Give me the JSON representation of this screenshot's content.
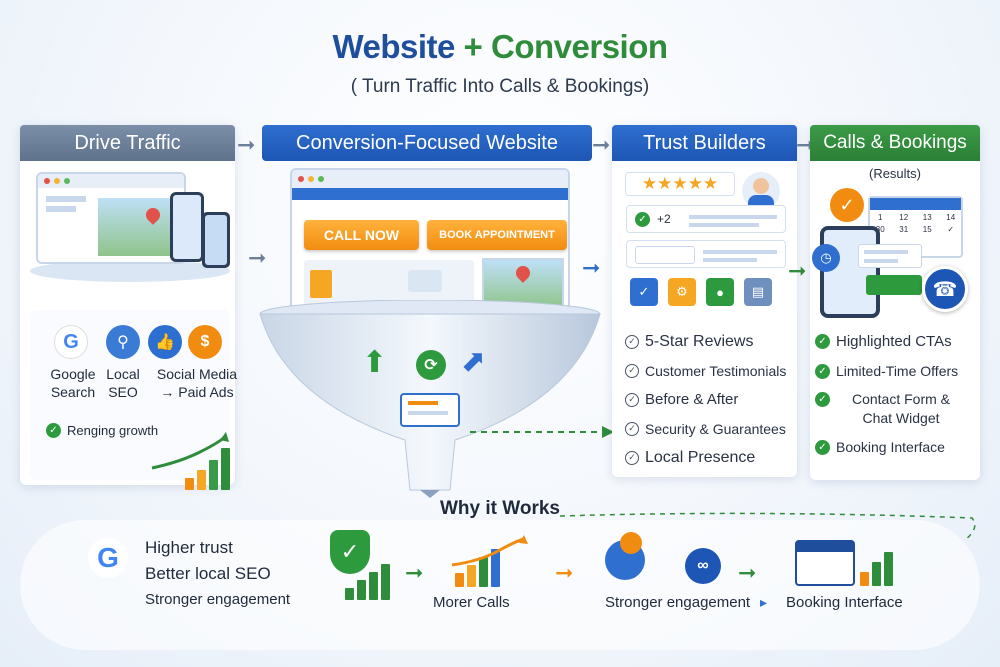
{
  "title": {
    "part1": "Website",
    "plus": "+",
    "part2": "Conversion"
  },
  "subtitle": "( Turn Traffic Into Calls & Bookings)",
  "columns": {
    "drive_traffic": {
      "header": "Drive Traffic",
      "sources": [
        {
          "line1": "Google",
          "line2": "Search",
          "icon": "google-icon"
        },
        {
          "line1": "Local",
          "line2": "SEO",
          "icon": "magnifier-icon"
        },
        {
          "line1": "Social Media",
          "line2": "→ Paid Ads",
          "icon": "social-like-icon"
        }
      ],
      "growth_label": "Renging growth"
    },
    "website": {
      "header": "Conversion-Focused Website",
      "cta1": "CALL NOW",
      "cta2": "BOOK APPOINTMENT"
    },
    "trust": {
      "header": "Trust Builders",
      "review_badge": "+2",
      "items": [
        "5-Star Reviews",
        "Customer Testimonials",
        "Before & After",
        "Security & Guarantees",
        "Local Presence"
      ]
    },
    "calls": {
      "header": "Calls & Bookings",
      "results_label": "(Results)",
      "items": [
        "Highlighted CTAs",
        "Limited-Time Offers",
        "Contact Form & Chat Widget",
        "Booking Interface"
      ]
    }
  },
  "why": {
    "heading": "Why it Works",
    "benefits": [
      "Higher trust",
      "Better local SEO",
      "Stronger engagement"
    ],
    "steps": [
      "Morer Calls",
      "Stronger engagement",
      "Booking Interface"
    ]
  },
  "colors": {
    "brand_blue": "#1f4f9c",
    "brand_green": "#2e8c3a",
    "cta_orange": "#f28c10",
    "header_grey": "#6b7f99"
  }
}
